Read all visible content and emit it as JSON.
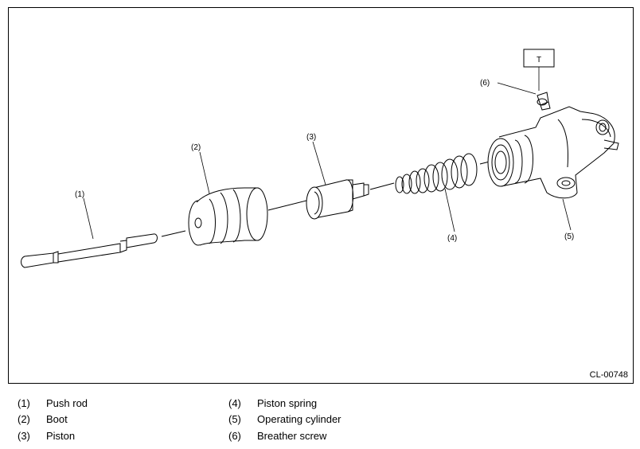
{
  "figure": {
    "code": "CL-00748",
    "torque_box_label": "T",
    "callouts": {
      "c1": "(1)",
      "c2": "(2)",
      "c3": "(3)",
      "c4": "(4)",
      "c5": "(5)",
      "c6": "(6)"
    }
  },
  "legend": [
    {
      "num": "(1)",
      "label": "Push rod"
    },
    {
      "num": "(2)",
      "label": "Boot"
    },
    {
      "num": "(3)",
      "label": "Piston"
    },
    {
      "num": "(4)",
      "label": "Piston spring"
    },
    {
      "num": "(5)",
      "label": "Operating cylinder"
    },
    {
      "num": "(6)",
      "label": "Breather screw"
    }
  ]
}
